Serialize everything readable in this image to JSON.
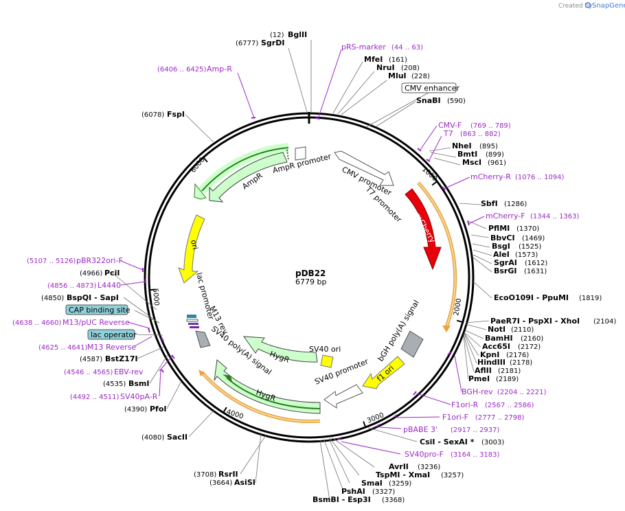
{
  "credit": {
    "prefix": "Created by",
    "brand": "SnapGene"
  },
  "plasmid": {
    "name": "pDB22",
    "length": "6779 bp"
  },
  "colors": {
    "primer": "#9c27c4",
    "mcherry": "#e8000b",
    "ori": "#ffff00",
    "ampr": "#ccffcc",
    "promoter": "#ffffff",
    "signal": "#a8aeb3",
    "primer_bind": "#e8a33a",
    "green_line": "#2d7d1f"
  },
  "ticks": [
    {
      "bp": 1000,
      "label": "1000"
    },
    {
      "bp": 2000,
      "label": "2000"
    },
    {
      "bp": 3000,
      "label": "3000"
    },
    {
      "bp": 4000,
      "label": "4000"
    },
    {
      "bp": 5000,
      "label": "5000"
    },
    {
      "bp": 6000,
      "label": "6000"
    }
  ],
  "features": {
    "cmv_promoter": "CMV promoter",
    "t7_promoter": "T7 promoter",
    "mcherry": "mCherry",
    "bgh_signal": "bGH poly(A) signal",
    "f1_ori": "f1 ori",
    "sv40_promoter": "SV40 promoter",
    "sv40_ori": "SV40 ori",
    "hygr_inner": "HygR",
    "hygr_outer": "HygR",
    "sv40_polya": "SV40 poly(A) signal",
    "m13_rev": "M13 rev",
    "lac_promoter": "lac promoter",
    "ori": "ori",
    "ampr": "AmpR",
    "ampr_promoter": "AmpR promoter"
  },
  "boxed_labels": {
    "cmv_enhancer": "CMV enhancer",
    "cap_site": "CAP binding site",
    "lac_operator": "lac operator"
  },
  "sites": [
    {
      "name": "BglII",
      "pos": "(12)"
    },
    {
      "name": "SgrDI",
      "pos": "(6777)"
    },
    {
      "name": "MfeI",
      "pos": "(161)"
    },
    {
      "name": "NruI",
      "pos": "(208)"
    },
    {
      "name": "MluI",
      "pos": "(228)"
    },
    {
      "name": "SnaBI",
      "pos": "(590)"
    },
    {
      "name": "NheI",
      "pos": "(895)"
    },
    {
      "name": "BmtI",
      "pos": "(899)"
    },
    {
      "name": "MscI",
      "pos": "(961)"
    },
    {
      "name": "SbfI",
      "pos": "(1286)"
    },
    {
      "name": "PflMI",
      "pos": "(1370)"
    },
    {
      "name": "BbvCI",
      "pos": "(1469)"
    },
    {
      "name": "BsgI",
      "pos": "(1525)"
    },
    {
      "name": "AleI",
      "pos": "(1573)"
    },
    {
      "name": "SgrAI",
      "pos": "(1612)"
    },
    {
      "name": "BsrGI",
      "pos": "(1631)"
    },
    {
      "name": "EcoO109I - PpuMI",
      "pos": "(1819)"
    },
    {
      "name": "PaeR7I - PspXI - XhoI",
      "pos": "(2104)"
    },
    {
      "name": "NotI",
      "pos": "(2110)"
    },
    {
      "name": "BamHI",
      "pos": "(2160)"
    },
    {
      "name": "Acc65I",
      "pos": "(2172)"
    },
    {
      "name": "KpnI",
      "pos": "(2176)"
    },
    {
      "name": "HindIII",
      "pos": "(2178)"
    },
    {
      "name": "AflII",
      "pos": "(2181)"
    },
    {
      "name": "PmeI",
      "pos": "(2189)"
    },
    {
      "name": "CsiI - SexAI *",
      "pos": "(3003)"
    },
    {
      "name": "AvrII",
      "pos": "(3236)"
    },
    {
      "name": "TspMI - XmaI",
      "pos": "(3257)"
    },
    {
      "name": "SmaI",
      "pos": "(3259)"
    },
    {
      "name": "PshAI",
      "pos": "(3327)"
    },
    {
      "name": "BsmBI - Esp3I",
      "pos": "(3368)"
    },
    {
      "name": "RsrII",
      "pos": "(3708)"
    },
    {
      "name": "AsiSI",
      "pos": "(3664)"
    },
    {
      "name": "SacII",
      "pos": "(4080)"
    },
    {
      "name": "PfoI",
      "pos": "(4390)"
    },
    {
      "name": "BsmI",
      "pos": "(4535)"
    },
    {
      "name": "BstZ17I",
      "pos": "(4587)"
    },
    {
      "name": "BspQI - SapI",
      "pos": "(4850)"
    },
    {
      "name": "PciI",
      "pos": "(4966)"
    },
    {
      "name": "FspI",
      "pos": "(6078)"
    }
  ],
  "primers": [
    {
      "name": "pRS-marker",
      "range": "(44 .. 63)"
    },
    {
      "name": "Amp-R",
      "range": "(6406 .. 6425)"
    },
    {
      "name": "CMV-F",
      "range": "(769 .. 789)"
    },
    {
      "name": "T7",
      "range": "(863 .. 882)"
    },
    {
      "name": "mCherry-R",
      "range": "(1076 .. 1094)"
    },
    {
      "name": "mCherry-F",
      "range": "(1344 .. 1363)"
    },
    {
      "name": "BGH-rev",
      "range": "(2204 .. 2221)"
    },
    {
      "name": "F1ori-R",
      "range": "(2567 .. 2586)"
    },
    {
      "name": "F1ori-F",
      "range": "(2777 .. 2798)"
    },
    {
      "name": "pBABE 3'",
      "range": "(2917 .. 2937)"
    },
    {
      "name": "SV40pro-F",
      "range": "(3164 .. 3183)"
    },
    {
      "name": "pBR322ori-F",
      "range": "(5107 .. 5126)"
    },
    {
      "name": "L4440",
      "range": "(4856 .. 4873)"
    },
    {
      "name": "M13/pUC Reverse",
      "range": "(4638 .. 4660)"
    },
    {
      "name": "M13 Reverse",
      "range": "(4625 .. 4641)"
    },
    {
      "name": "EBV-rev",
      "range": "(4546 .. 4565)"
    },
    {
      "name": "SV40pA-R",
      "range": "(4492 .. 4511)"
    }
  ]
}
